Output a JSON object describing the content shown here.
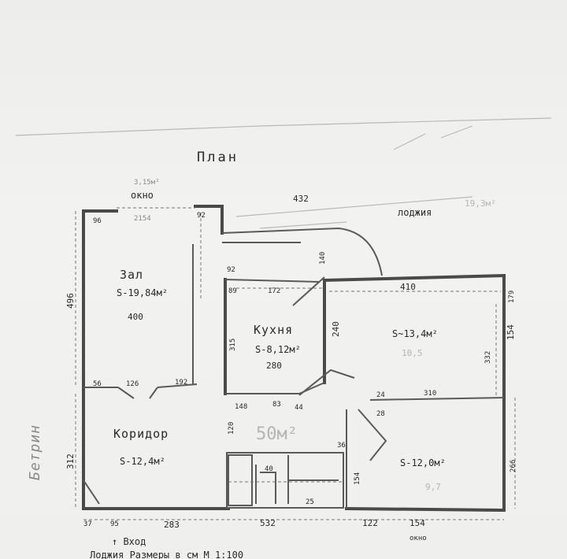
{
  "title": "План",
  "top_notes": {
    "window_area": "3,15м²",
    "window_label": "окно",
    "window_dims": "2154",
    "top_dim": "432",
    "loggia": "лоджия",
    "loggia_area": "19,3м²"
  },
  "rooms": {
    "hall": {
      "name": "Зал",
      "area": "S-19,84м²",
      "width": "400"
    },
    "kitchen": {
      "name": "Кухня",
      "area": "S-8,12м²",
      "width": "280"
    },
    "bedroom": {
      "area": "S~13,4м²",
      "faint": "10,5"
    },
    "corridor": {
      "name": "Коридор",
      "area": "S-12,4м²"
    },
    "room4": {
      "area": "S-12,0м²",
      "faint": "9,7"
    }
  },
  "dims": {
    "left_height": "496",
    "left_lower": "312",
    "d56": "56",
    "d126": "126",
    "d192": "192",
    "d92": "92",
    "d89": "89",
    "d172": "172",
    "d140": "140",
    "d410": "410",
    "d240": "240",
    "d179": "179",
    "d154_r": "154",
    "d332": "332",
    "d310": "310",
    "d24": "24",
    "d28": "28",
    "d148": "148",
    "d83": "83",
    "d44": "44",
    "d120": "120",
    "d315": "315",
    "d266": "266",
    "b37": "37",
    "b95": "95",
    "b283": "283",
    "b532": "532",
    "b122": "122",
    "b154": "154",
    "b_win": "окно",
    "d96": "96",
    "d92b": "92",
    "d40": "40",
    "d25": "25",
    "d36": "36",
    "d154_s": "154"
  },
  "watermark": "50м²",
  "entrance": "↑ Вход",
  "footer": "Лоджия Размеры в см   М 1:100",
  "side_note": "Бетрин"
}
